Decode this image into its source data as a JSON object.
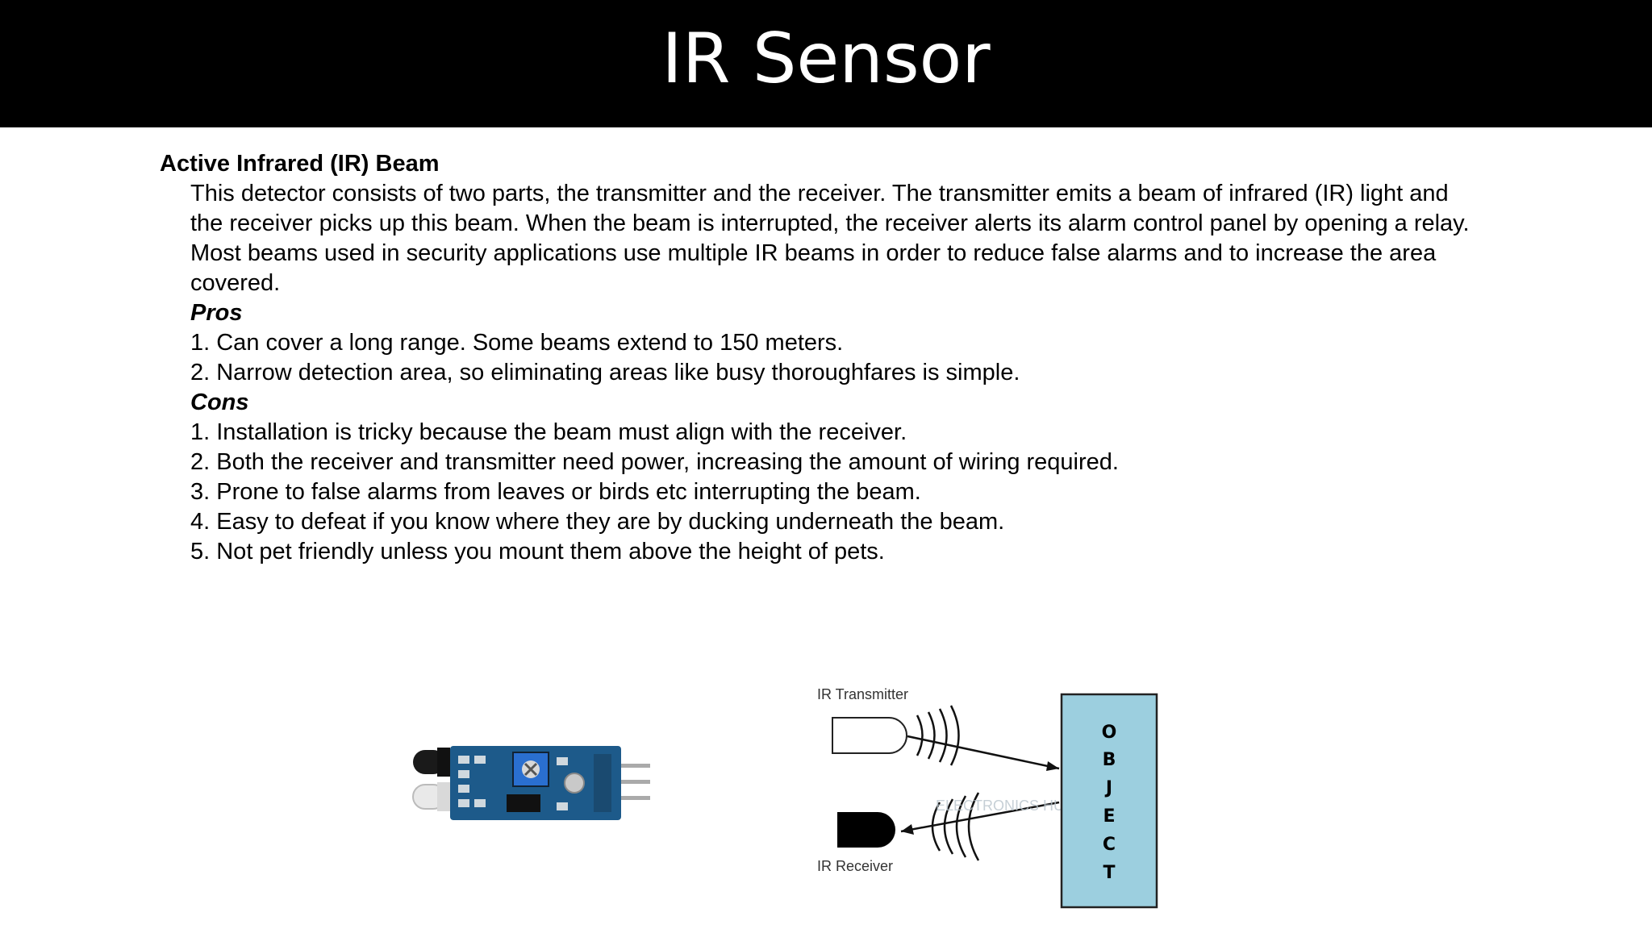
{
  "slide": {
    "title": "IR Sensor",
    "section_heading": "Active Infrared (IR) Beam",
    "description_lines": [
      "This detector consists of two parts, the transmitter and the receiver. The transmitter emits a beam of infrared (IR) light and",
      "the receiver picks up this beam. When the beam is interrupted, the receiver alerts its alarm control panel by opening a relay.",
      "Most beams used in security applications use multiple IR beams in order to reduce false alarms and to increase the area",
      "covered."
    ],
    "pros_heading": "Pros",
    "pros": [
      "1. Can cover a long range. Some beams extend to 150 meters.",
      "2. Narrow detection area, so eliminating areas like busy thoroughfares is simple."
    ],
    "cons_heading": "Cons",
    "cons": [
      "1. Installation is tricky because the beam must align with the receiver.",
      "2. Both the receiver and transmitter need power, increasing the amount of wiring required.",
      "3. Prone to false alarms from leaves or birds etc interrupting the beam.",
      "4. Easy to defeat if you know where they are by ducking underneath the beam.",
      "5. Not pet friendly unless you mount them above the height of pets."
    ]
  },
  "diagram": {
    "transmitter_label": "IR Transmitter",
    "receiver_label": "IR Receiver",
    "object_letters": [
      "O",
      "B",
      "J",
      "E",
      "C",
      "T"
    ],
    "watermark": "ELECTRONICS HUB",
    "object_color": "#9ccfdf"
  },
  "colors": {
    "title_bar": "#000000",
    "title_text": "#ffffff",
    "pcb_blue": "#1d5a8a"
  }
}
